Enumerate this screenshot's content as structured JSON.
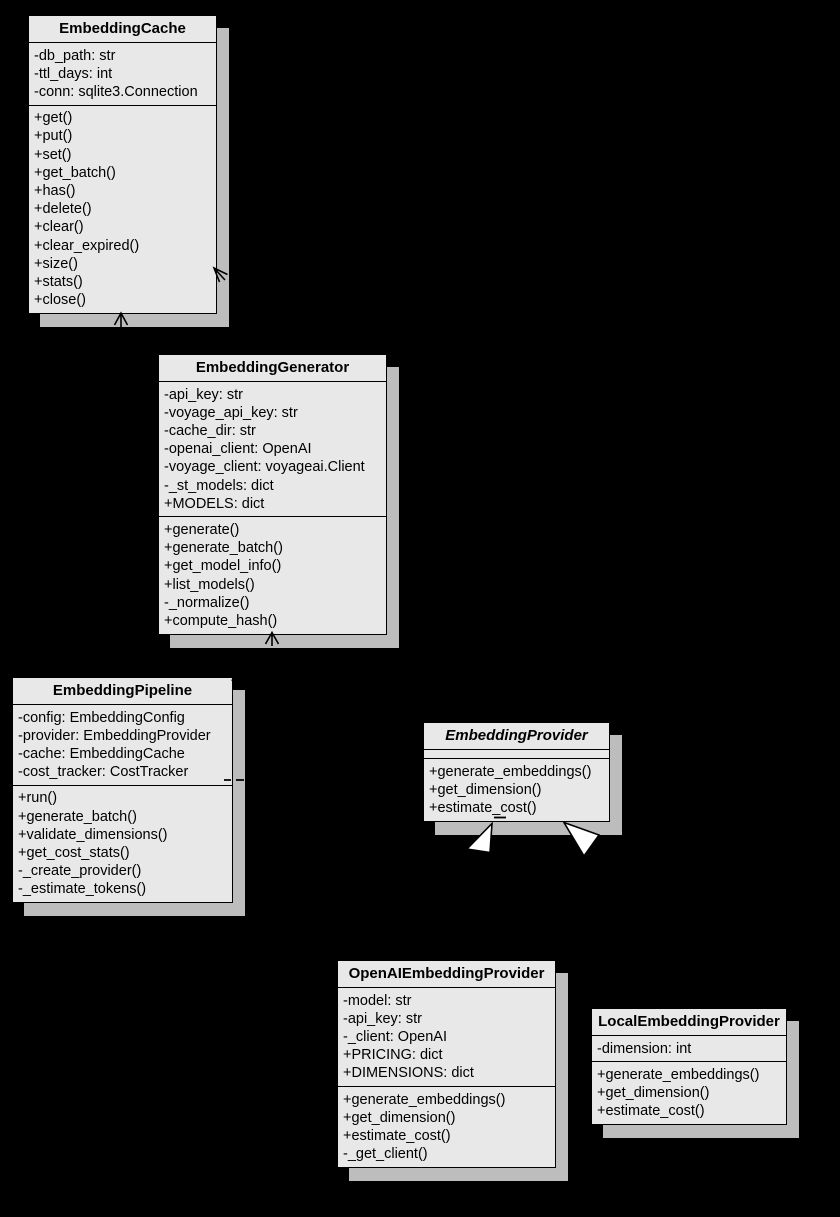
{
  "diagram": {
    "type": "uml-class-diagram",
    "colors": {
      "background": "#000000",
      "box_fill": "#e8e8e8",
      "box_border": "#000000",
      "shadow": "#bdbdbd",
      "inheritance_arrow_fill": "#ffffff",
      "text": "#000000"
    },
    "classes": [
      {
        "name": "EmbeddingCache",
        "abstract": false,
        "attributes": [
          "-db_path: str",
          "-ttl_days: int",
          "-conn: sqlite3.Connection"
        ],
        "methods": [
          "+get()",
          "+put()",
          "+set()",
          "+get_batch()",
          "+has()",
          "+delete()",
          "+clear()",
          "+clear_expired()",
          "+size()",
          "+stats()",
          "+close()"
        ]
      },
      {
        "name": "EmbeddingGenerator",
        "abstract": false,
        "attributes": [
          "-api_key: str",
          "-voyage_api_key: str",
          "-cache_dir: str",
          "-openai_client: OpenAI",
          "-voyage_client: voyageai.Client",
          "-_st_models: dict",
          "+MODELS: dict"
        ],
        "methods": [
          "+generate()",
          "+generate_batch()",
          "+get_model_info()",
          "+list_models()",
          "-_normalize()",
          "+compute_hash()"
        ]
      },
      {
        "name": "EmbeddingPipeline",
        "abstract": false,
        "attributes": [
          "-config: EmbeddingConfig",
          "-provider: EmbeddingProvider",
          "-cache: EmbeddingCache",
          "-cost_tracker: CostTracker"
        ],
        "methods": [
          "+run()",
          "+generate_batch()",
          "+validate_dimensions()",
          "+get_cost_stats()",
          "-_create_provider()",
          "-_estimate_tokens()"
        ]
      },
      {
        "name": "EmbeddingProvider",
        "abstract": true,
        "attributes": [],
        "methods": [
          "+generate_embeddings()",
          "+get_dimension()",
          "+estimate_cost()"
        ]
      },
      {
        "name": "OpenAIEmbeddingProvider",
        "abstract": false,
        "attributes": [
          "-model: str",
          "-api_key: str",
          "-_client: OpenAI",
          "+PRICING: dict",
          "+DIMENSIONS: dict"
        ],
        "methods": [
          "+generate_embeddings()",
          "+get_dimension()",
          "+estimate_cost()",
          "-_get_client()"
        ]
      },
      {
        "name": "LocalEmbeddingProvider",
        "abstract": false,
        "attributes": [
          "-dimension: int"
        ],
        "methods": [
          "+generate_embeddings()",
          "+get_dimension()",
          "+estimate_cost()"
        ]
      }
    ],
    "relationships": [
      {
        "kind": "association-arrowhead",
        "target": "EmbeddingCache",
        "at": "bottom"
      },
      {
        "kind": "association-arrowhead",
        "target": "EmbeddingCache",
        "at": "right"
      },
      {
        "kind": "association-arrowhead",
        "target": "EmbeddingGenerator",
        "at": "bottom"
      },
      {
        "kind": "association-arrowhead",
        "target": "EmbeddingPipeline",
        "at": "top-right"
      },
      {
        "kind": "dashed-dependency-stub",
        "source": "EmbeddingPipeline",
        "at": "right"
      },
      {
        "kind": "inheritance",
        "source": "OpenAIEmbeddingProvider",
        "target": "EmbeddingProvider"
      },
      {
        "kind": "inheritance",
        "source": "LocalEmbeddingProvider",
        "target": "EmbeddingProvider"
      }
    ]
  }
}
